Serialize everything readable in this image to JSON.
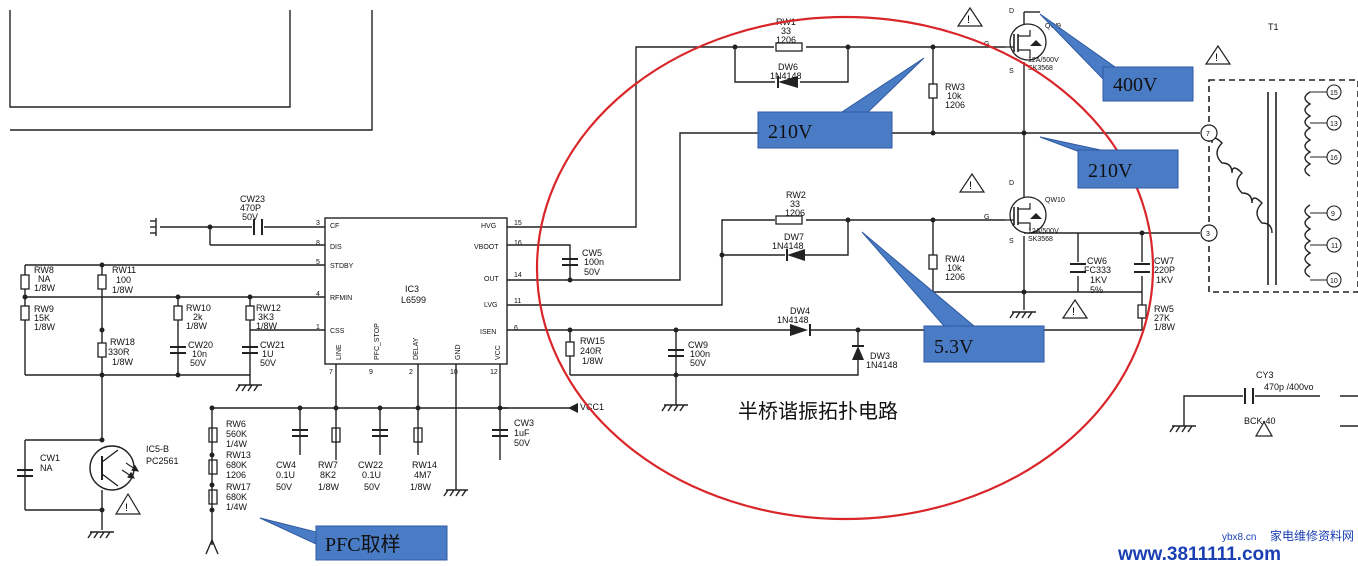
{
  "title": "半桥谐振拓扑电路",
  "callouts": {
    "v400": "400V",
    "v210a": "210V",
    "v210b": "210V",
    "v53": "5.3V",
    "pfc": "PFC取样"
  },
  "ic": {
    "ref": "IC3",
    "part": "L6599",
    "pins_left": [
      {
        "num": "3",
        "name": "CF"
      },
      {
        "num": "8",
        "name": "DIS"
      },
      {
        "num": "5",
        "name": "STDBY"
      },
      {
        "num": "4",
        "name": "RFMIN"
      },
      {
        "num": "1",
        "name": "CSS"
      }
    ],
    "pins_right": [
      {
        "num": "15",
        "name": "HVG"
      },
      {
        "num": "16",
        "name": "VBOOT"
      },
      {
        "num": "14",
        "name": "OUT"
      },
      {
        "num": "11",
        "name": "LVG"
      },
      {
        "num": "6",
        "name": "ISEN"
      }
    ],
    "pins_bottom": [
      {
        "num": "7",
        "name": "LINE"
      },
      {
        "num": "9",
        "name": "PFC_STOP"
      },
      {
        "num": "2",
        "name": "DELAY"
      },
      {
        "num": "10",
        "name": "GND"
      },
      {
        "num": "12",
        "name": "VCC"
      }
    ]
  },
  "components": {
    "cw23": [
      "CW23",
      "470P",
      "50V"
    ],
    "rw8": [
      "RW8",
      "NA",
      "1/8W"
    ],
    "rw9": [
      "RW9",
      "15K",
      "1/8W"
    ],
    "rw11": [
      "RW11",
      "100",
      "1/8W"
    ],
    "rw18": [
      "RW18",
      "330R",
      "1/8W"
    ],
    "rw10": [
      "RW10",
      "2k",
      "1/8W"
    ],
    "cw20": [
      "CW20",
      "10n",
      "50V"
    ],
    "rw12": [
      "RW12",
      "3K3",
      "1/8W"
    ],
    "cw21": [
      "CW21",
      "1U",
      "50V"
    ],
    "cw1": [
      "CW1",
      "NA"
    ],
    "ic5": [
      "IC5-B",
      "PC2561"
    ],
    "rw6": [
      "RW6",
      "560K",
      "1/4W"
    ],
    "rw13": [
      "RW13",
      "680K",
      "1206"
    ],
    "rw17": [
      "RW17",
      "680K",
      "1/4W"
    ],
    "cw4": [
      "CW4",
      "0.1U",
      "50V"
    ],
    "rw7": [
      "RW7",
      "8K2",
      "1/8W"
    ],
    "cw22": [
      "CW22",
      "0.1U",
      "50V"
    ],
    "rw14": [
      "RW14",
      "4M7",
      "1/8W"
    ],
    "cw3": [
      "CW3",
      "1uF",
      "50V"
    ],
    "vcc1": "VCC1",
    "cw5": [
      "CW5",
      "100n",
      "50V"
    ],
    "rw1": [
      "RW1",
      "33",
      "1206"
    ],
    "dw6": [
      "DW6",
      "1N4148"
    ],
    "rw3": [
      "RW3",
      "10k",
      "1206"
    ],
    "rw2": [
      "RW2",
      "33",
      "1206"
    ],
    "dw7": [
      "DW7",
      "1N4148"
    ],
    "rw4": [
      "RW4",
      "10k",
      "1206"
    ],
    "rw15": [
      "RW15",
      "240R",
      "1/8W"
    ],
    "cw9": [
      "CW9",
      "100n",
      "50V"
    ],
    "dw4": [
      "DW4",
      "1N4148"
    ],
    "dw3": [
      "DW3",
      "1N4148"
    ],
    "cw6": [
      "CW6",
      "FC333",
      "1KV",
      "5%"
    ],
    "cw7": [
      "CW7",
      "220P",
      "1KV"
    ],
    "rw5": [
      "RW5",
      "27K",
      "1/8W"
    ],
    "q9": [
      "QW9",
      "12A/500V",
      "SK3568"
    ],
    "q10": [
      "QW10",
      "12A/500V",
      "SK3568"
    ],
    "t1": "T1",
    "cy3": [
      "CY3",
      "470p /400vo"
    ],
    "bck": "BCK-40"
  },
  "watermark": {
    "site": "ybx8.cn",
    "url": "www.3811111.com",
    "brand": "家电维修资料网"
  }
}
